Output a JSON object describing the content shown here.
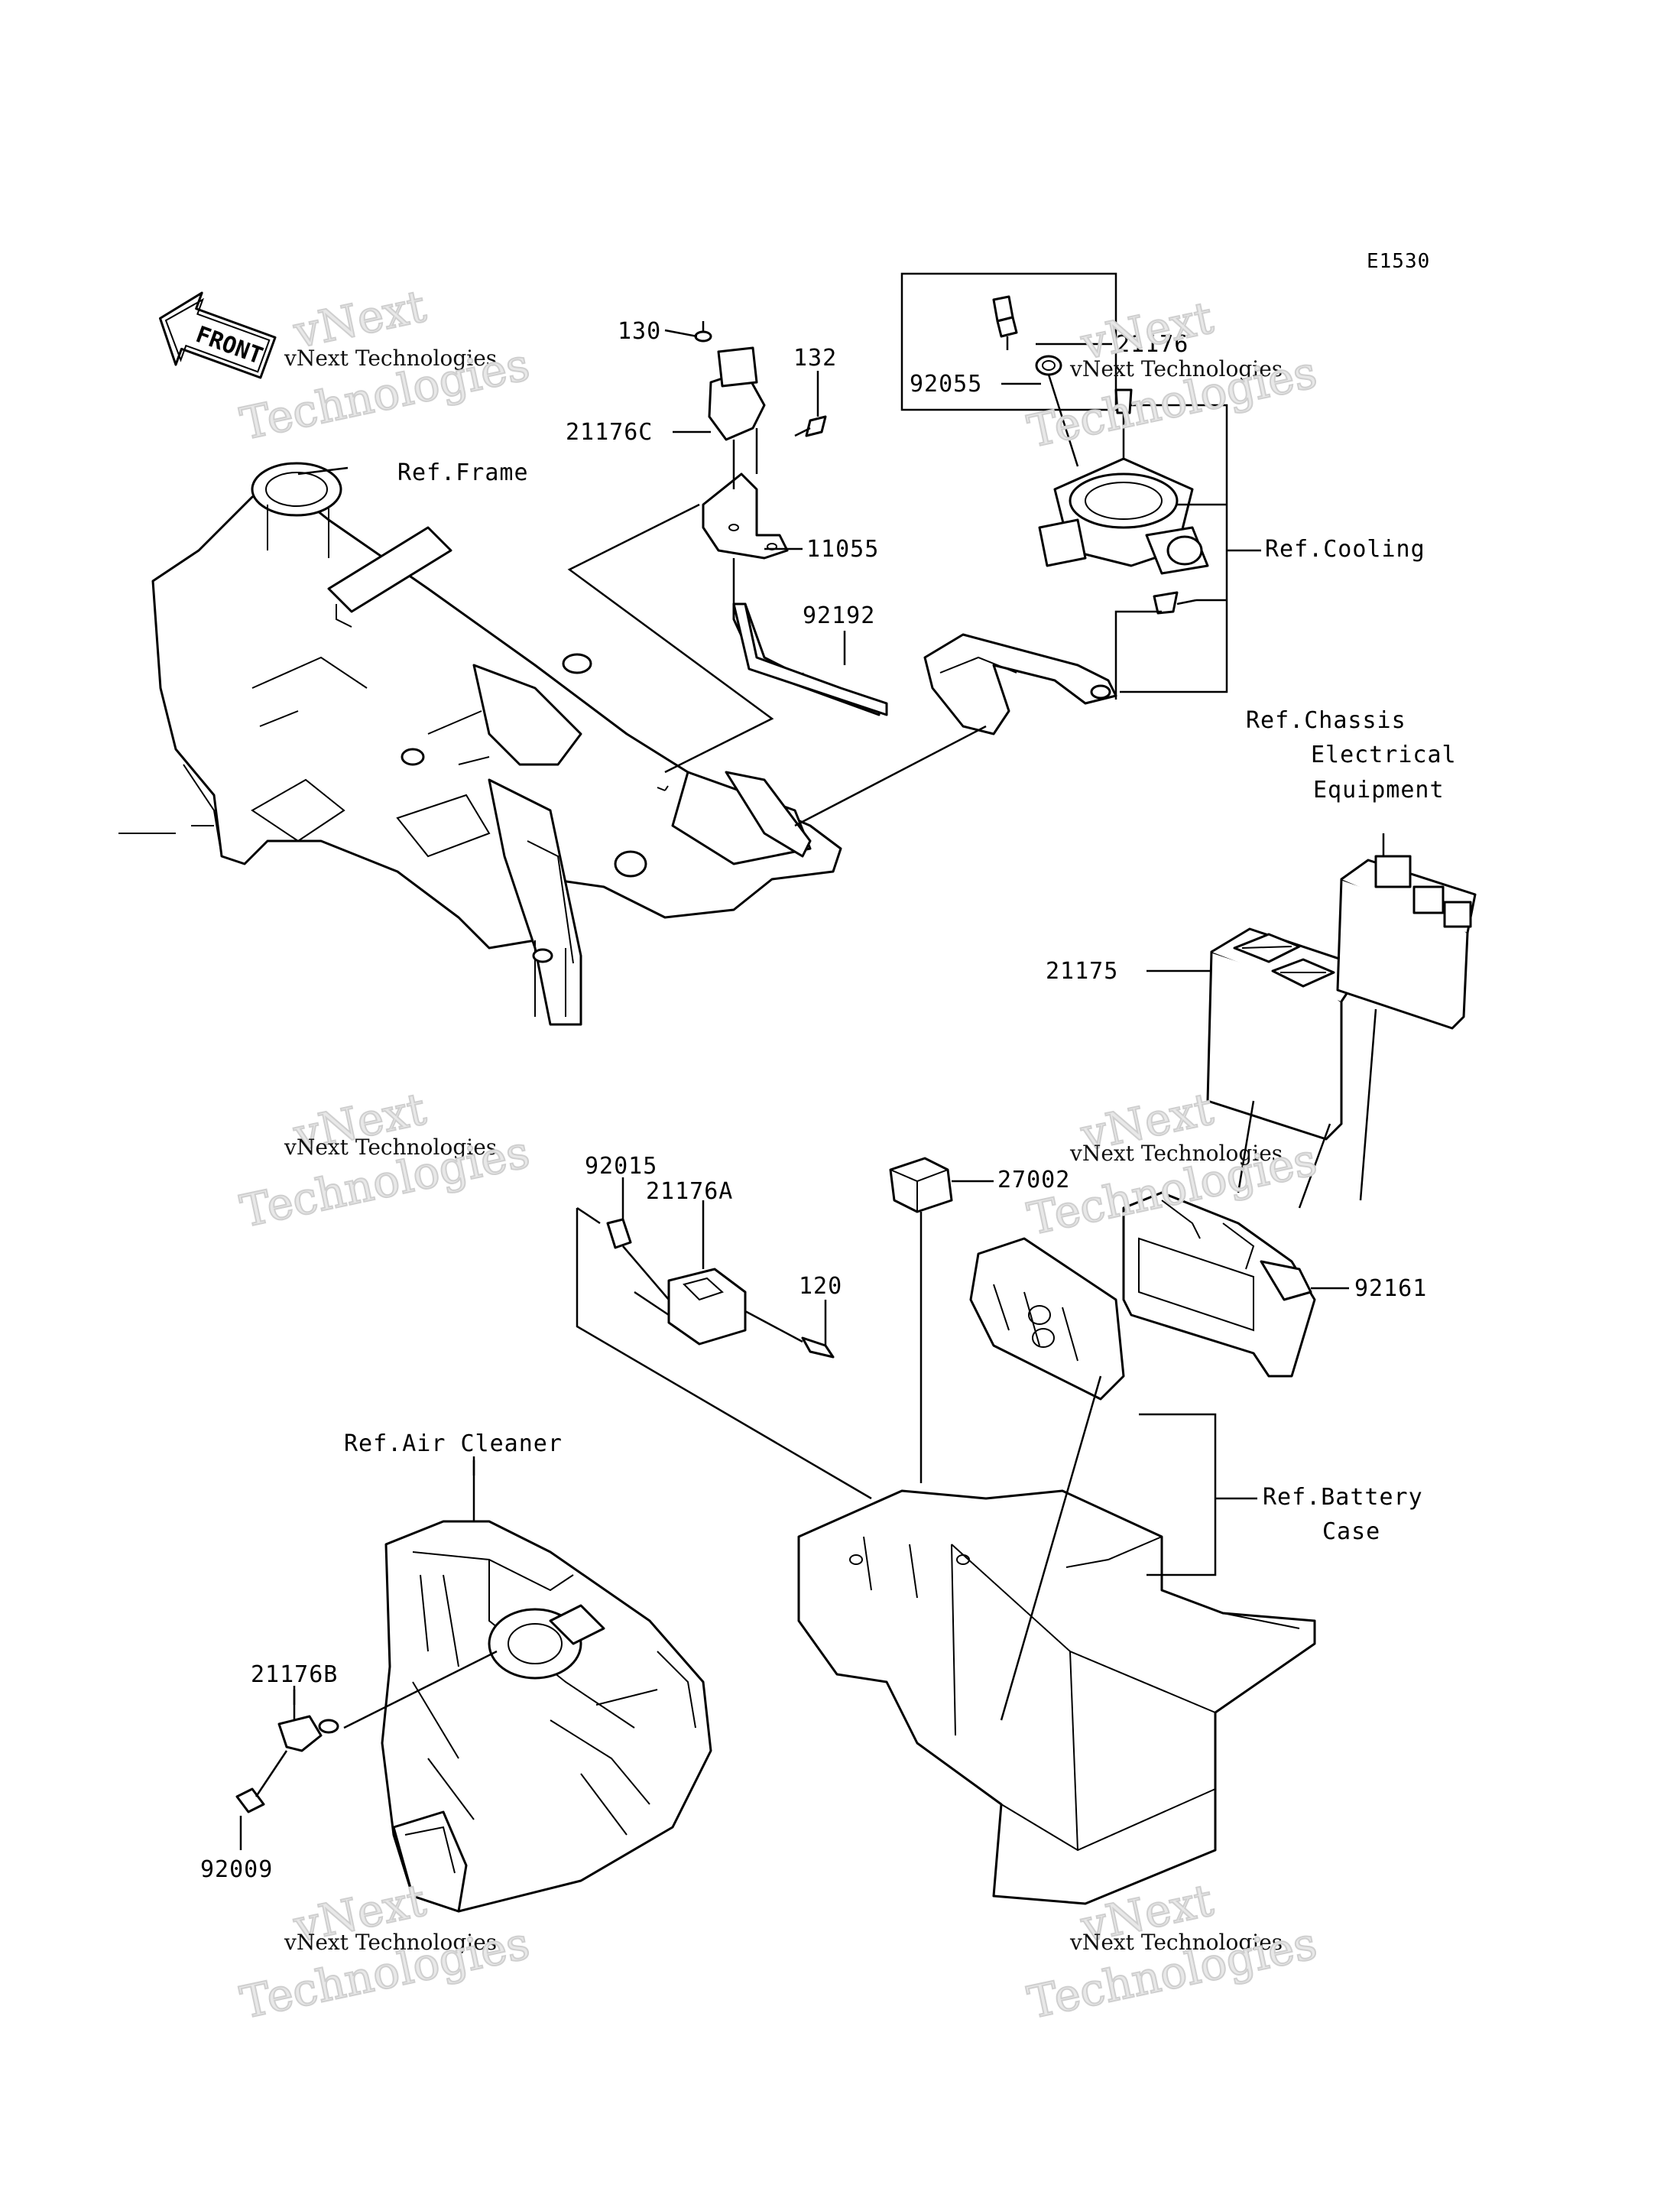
{
  "diagram_code": "E1530",
  "front_arrow": {
    "text": "FRONT",
    "icon": "front-arrow-icon"
  },
  "parts": [
    {
      "id": "130",
      "label": "130"
    },
    {
      "id": "132",
      "label": "132"
    },
    {
      "id": "21176C",
      "label": "21176C"
    },
    {
      "id": "11055",
      "label": "11055"
    },
    {
      "id": "92192",
      "label": "92192"
    },
    {
      "id": "21176",
      "label": "21176"
    },
    {
      "id": "92055",
      "label": "92055"
    },
    {
      "id": "21175",
      "label": "21175"
    },
    {
      "id": "92015",
      "label": "92015"
    },
    {
      "id": "21176A",
      "label": "21176A"
    },
    {
      "id": "120",
      "label": "120"
    },
    {
      "id": "27002",
      "label": "27002"
    },
    {
      "id": "92161",
      "label": "92161"
    },
    {
      "id": "21176B",
      "label": "21176B"
    },
    {
      "id": "92009",
      "label": "92009"
    }
  ],
  "references": {
    "frame": "Ref.Frame",
    "cooling": "Ref.Cooling",
    "chassis_line1": "Ref.Chassis",
    "chassis_line2": "Electrical",
    "chassis_line3": "Equipment",
    "air_cleaner": "Ref.Air Cleaner",
    "battery_line1": "Ref.Battery",
    "battery_line2": "Case"
  },
  "watermark": {
    "line1": "vNext",
    "line2": "vNext Technologies",
    "line3": "Technologies"
  }
}
